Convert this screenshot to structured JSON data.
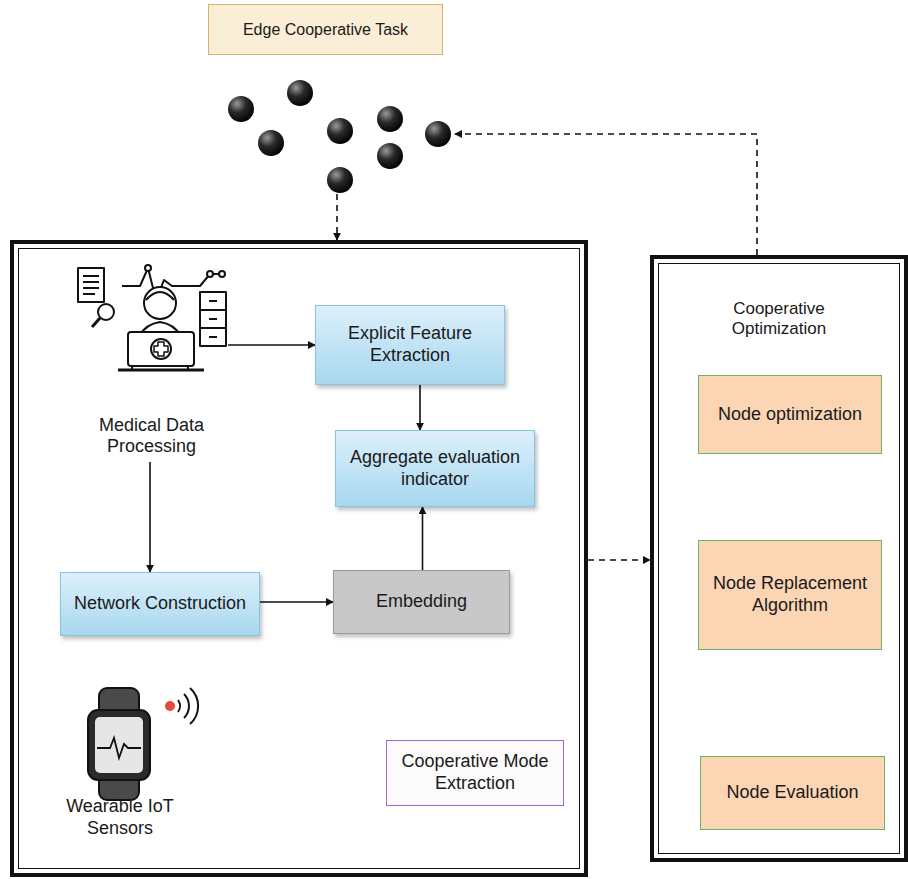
{
  "diagram": {
    "nodes": [
      {
        "text": [
          "Edge Cooperative Task"
        ]
      },
      {},
      {
        "text": [
          "Medical Data Processing"
        ],
        "in": 1
      },
      {
        "text": [
          "Explicit Feature Extraction"
        ],
        "in": 1
      },
      {
        "text": [
          "Aggregate evaluation indicator"
        ],
        "in": 1
      },
      {
        "text": [
          "Network Construction"
        ],
        "in": 1
      },
      {
        "text": [
          "Embedding"
        ],
        "in": 1
      },
      {
        "text": [
          "Cooperative Mode Extraction"
        ],
        "in": 1
      },
      {
        "text": [
          "Cooperative Optimization"
        ]
      },
      {
        "text": [
          "Node optimization"
        ],
        "in": 8
      },
      {
        "text": [
          "Node Replacement Algorithm"
        ],
        "in": 8
      },
      {
        "text": [
          "Node Evaluation"
        ],
        "in": 8
      }
    ],
    "edges": [
      {
        "from": 0,
        "to": 1,
        "arrow": "to"
      },
      {
        "from": 1,
        "to": 8,
        "arrow": "to"
      },
      {
        "from": 8,
        "to": 0,
        "arrow": "to"
      },
      {
        "from": 2,
        "to": 3,
        "arrow": "to"
      },
      {
        "from": 3,
        "to": 4,
        "arrow": "to"
      },
      {
        "from": 2,
        "to": 5,
        "arrow": "to"
      },
      {
        "from": 5,
        "to": 6,
        "arrow": "to"
      },
      {
        "from": 6,
        "to": 4,
        "arrow": "to"
      }
    ],
    "labels": [
      "Wearable IoT Sensors"
    ]
  }
}
